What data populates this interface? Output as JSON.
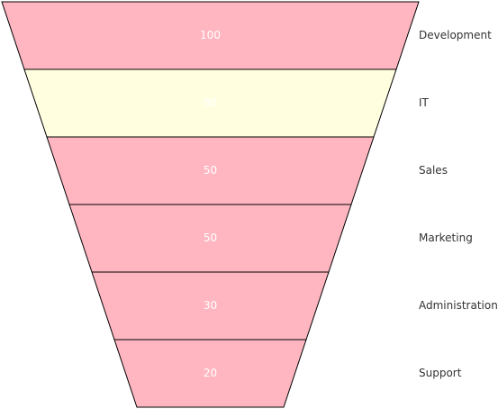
{
  "chart_data": {
    "type": "funnel",
    "categories": [
      "Development",
      "IT",
      "Sales",
      "Marketing",
      "Administration",
      "Support"
    ],
    "values": [
      100,
      80,
      50,
      50,
      30,
      20
    ],
    "value_labels": [
      "100",
      "80",
      "50",
      "50",
      "30",
      "20"
    ],
    "title": "",
    "legend": "none",
    "category_labels_position": "right",
    "colors": {
      "default_fill": "#ffb6c1",
      "highlight_fill": "#ffffe0",
      "stroke": "#000000",
      "value_text": "#ffffff",
      "category_text": "#333333"
    },
    "highlighted_index": 1
  }
}
